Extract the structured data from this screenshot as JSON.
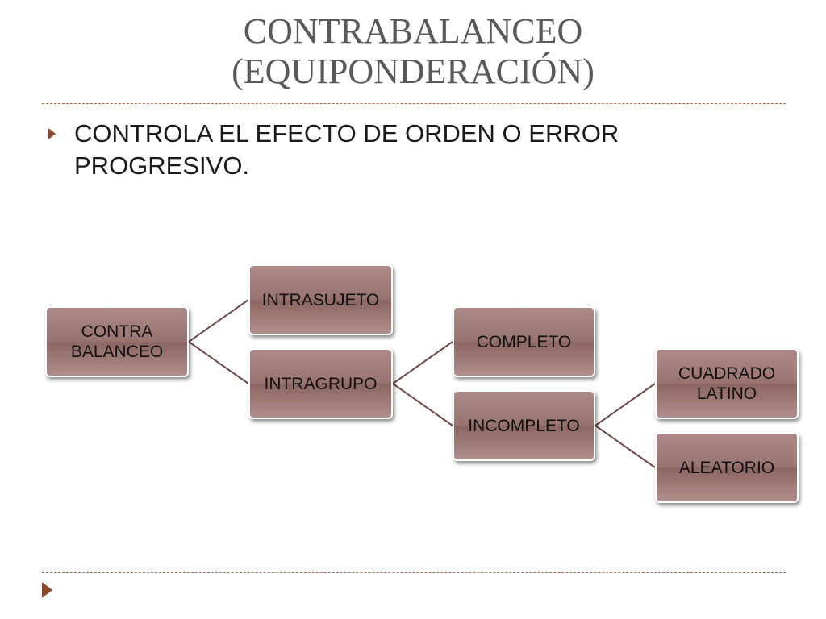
{
  "slide": {
    "title_line1": "CONTRABALANCEO",
    "title_line2": "(EQUIPONDERACIÓN)",
    "bullet": "CONTROLA EL EFECTO DE ORDEN O ERROR PROGRESIVO."
  },
  "diagram": {
    "nodes": {
      "contra_balanceo": "CONTRA\nBALANCEO",
      "intrasujeto": "INTRASUJETO",
      "intragrupo": "INTRAGRUPO",
      "completo": "COMPLETO",
      "incompleto": "INCOMPLETO",
      "cuadrado_latino": "CUADRADO\nLATINO",
      "aleatorio": "ALEATORIO"
    }
  },
  "colors": {
    "node_fill": "#987471",
    "connector": "#6e4a48",
    "accent_rule": "#b06a55",
    "bullet_arrow": "#8b4a2e"
  }
}
